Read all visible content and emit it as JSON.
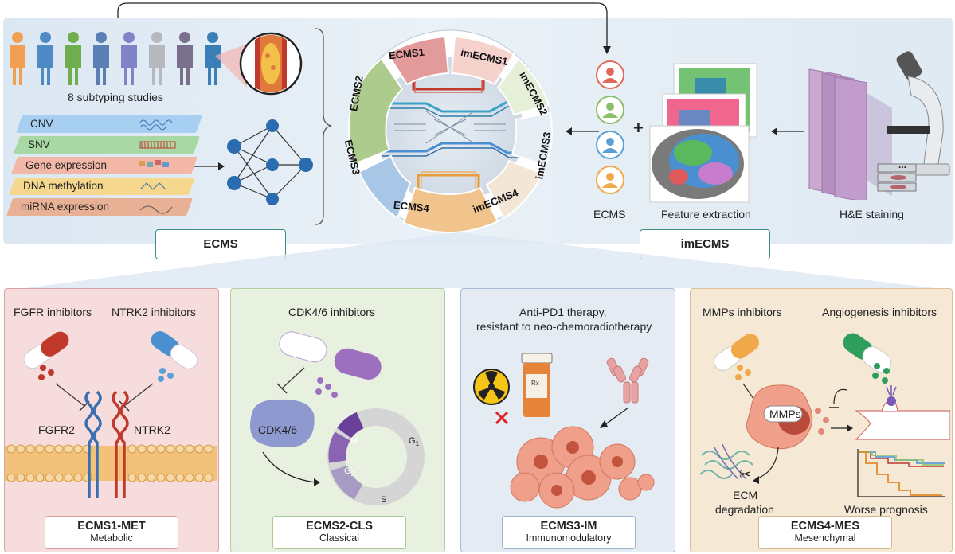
{
  "top": {
    "subtyping_label": "8 subtyping studies",
    "omics_layers": [
      {
        "label": "CNV",
        "color": "#9ec9ef"
      },
      {
        "label": "SNV",
        "color": "#a8d8a4"
      },
      {
        "label": "Gene expression",
        "color": "#f2b7a6"
      },
      {
        "label": "DNA methylation",
        "color": "#f5d88d"
      },
      {
        "label": "miRNA expression",
        "color": "#e8b196"
      }
    ],
    "ecms_tag": "ECMS",
    "imecms_tag": "imECMS",
    "ring_segments": [
      {
        "label": "ECMS1",
        "color": "#e39a9a"
      },
      {
        "label": "imECMS1",
        "color": "#f6d2cc"
      },
      {
        "label": "imECMS2",
        "color": "#e6efd8"
      },
      {
        "label": "imECMS3",
        "color": "#e8eef5"
      },
      {
        "label": "imECMS4",
        "color": "#f4e6d6"
      },
      {
        "label": "ECMS4",
        "color": "#f1c48d"
      },
      {
        "label": "ECMS3",
        "color": "#a8c6e6"
      },
      {
        "label": "ECMS2",
        "color": "#aecb8e"
      }
    ],
    "plus": "+",
    "ecms_icons_label": "ECMS",
    "feature_label": "Feature extraction",
    "he_label": "H&E staining",
    "dots": "..."
  },
  "panels": [
    {
      "title": "ECMS1-MET",
      "subtitle": "Metabolic",
      "drug_left": "FGFR inhibitors",
      "drug_right": "NTRK2 inhibitors",
      "receptor_left": "FGFR2",
      "receptor_right": "NTRK2",
      "bg": "#f6dcdc",
      "border": "#d99a9a"
    },
    {
      "title": "ECMS2-CLS",
      "subtitle": "Classical",
      "drug": "CDK4/6  inhibitors",
      "protein": "CDK4/6",
      "phase_m": "M",
      "phase_g1": "G",
      "phase_g1_sub": "1",
      "phase_g2": "G",
      "phase_g2_sub": "2",
      "phase_s": "S",
      "bg": "#e7f0df",
      "border": "#a9c79a"
    },
    {
      "title": "ECMS3-IM",
      "subtitle": "Immunomodulatory",
      "line1": "Anti-PD1 therapy,",
      "line2": "resistant to neo-chemoradiotherapy",
      "rx": "Rx",
      "bg": "#e4ebf3",
      "border": "#9fb5cf"
    },
    {
      "title": "ECMS4-MES",
      "subtitle": "Mesenchymal",
      "drug_left": "MMPs inhibitors",
      "drug_right": "Angiogenesis inhibitors",
      "mmps": "MMPs",
      "ecm1": "ECM",
      "ecm2": "degradation",
      "prognosis": "Worse prognosis",
      "bg": "#f5e7d3",
      "border": "#d6b78f"
    }
  ]
}
